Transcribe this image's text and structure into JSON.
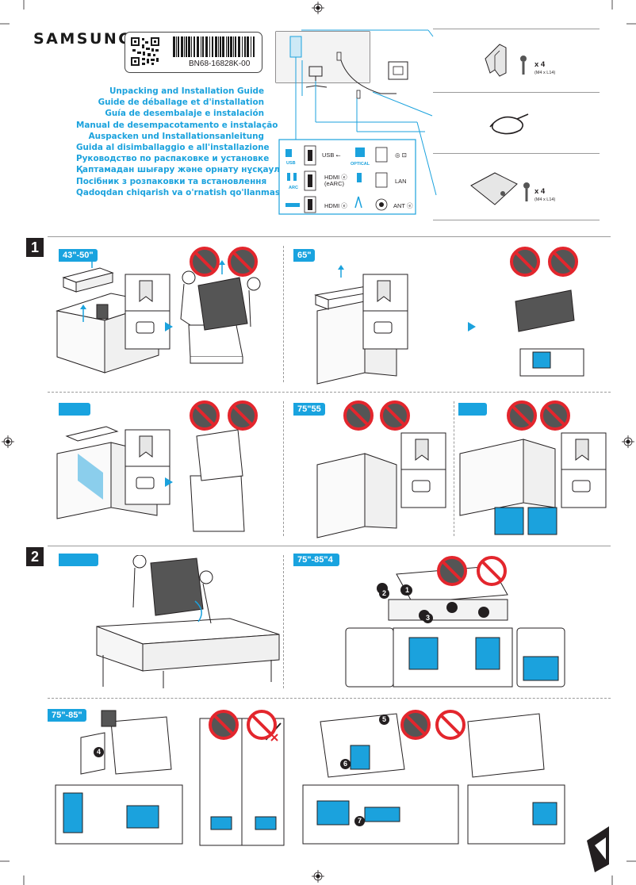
{
  "brand": "SAMSUNG",
  "part_code": "BN68-16828K-00",
  "titles": [
    "Unpacking and Installation Guide",
    "Guide de déballage et d'installation",
    "Guía de desembalaje e instalación",
    "Manual de desempacotamento e instalação",
    "Auspacken und Installationsanleitung",
    "Guida al disimballaggio e all'installazione",
    "Руководство по распаковке и установке",
    "Қаптамадан шығару және орнату нұсқаулығы",
    "Посібник з розпаковки та встановлення",
    "Qadoqdan chiqarish va o'rnatish qo'llanmasi"
  ],
  "ports": {
    "usb_label": "USB",
    "usb_text": "USB ⭠",
    "optical_label": "OPTICAL",
    "arc_label": "ARC",
    "hdmi_earc": "HDMI ⓔ (eARC)",
    "lan": "LAN",
    "hdmi": "HDMI ⓔ",
    "ant": "ANT ⓔ"
  },
  "accessories": [
    {
      "name": "stand-mount",
      "qty": "x 4",
      "spec": "(M4 x L14)"
    },
    {
      "name": "cable-holder",
      "qty": "",
      "spec": ""
    },
    {
      "name": "wall-mount-adapter",
      "qty": "x 4",
      "spec": "(M4 x L14)"
    }
  ],
  "steps": [
    "1",
    "2"
  ],
  "size_tags": {
    "s1a": "43\"-50\"",
    "s1b": "65\"",
    "s1c": "",
    "s1d": "75\"55",
    "s1e": "",
    "s2a": "",
    "s2b": "75\"-85\"4",
    "s3a": "75\"-85\""
  },
  "callouts": [
    "1",
    "2",
    "3",
    "4",
    "5",
    "6",
    "7"
  ],
  "colors": {
    "accent": "#1ba2dd",
    "ink": "#231f20",
    "prohibit": "#e3262d",
    "light_blue": "#bfe4f5"
  }
}
